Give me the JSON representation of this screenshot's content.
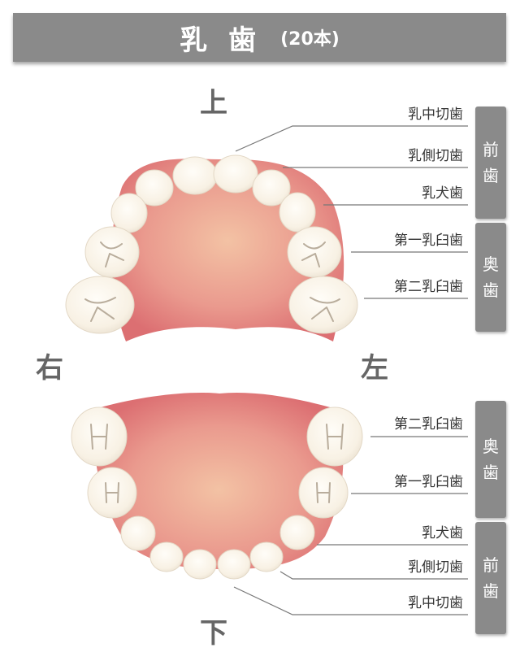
{
  "title": {
    "main": "乳歯",
    "count": "(20本)"
  },
  "directions": {
    "up": "上",
    "down": "下",
    "right": "右",
    "left": "左"
  },
  "upper": {
    "labels": [
      "乳中切歯",
      "乳側切歯",
      "乳犬歯",
      "第一乳臼歯",
      "第二乳臼歯"
    ],
    "groups": [
      {
        "chars": [
          "前",
          "歯"
        ]
      },
      {
        "chars": [
          "奥",
          "歯"
        ]
      }
    ]
  },
  "lower": {
    "labels": [
      "第二乳臼歯",
      "第一乳臼歯",
      "乳犬歯",
      "乳側切歯",
      "乳中切歯"
    ],
    "groups": [
      {
        "chars": [
          "奥",
          "歯"
        ]
      },
      {
        "chars": [
          "前",
          "歯"
        ]
      }
    ]
  },
  "colors": {
    "title_bar": "#8a8a8a",
    "group_box": "#8a8a8a",
    "direction_text": "#666666",
    "gum": "#e07a7a",
    "palate_center": "#f3c2a4",
    "tooth": "#fbf6ec",
    "leader_line": "#777777"
  }
}
